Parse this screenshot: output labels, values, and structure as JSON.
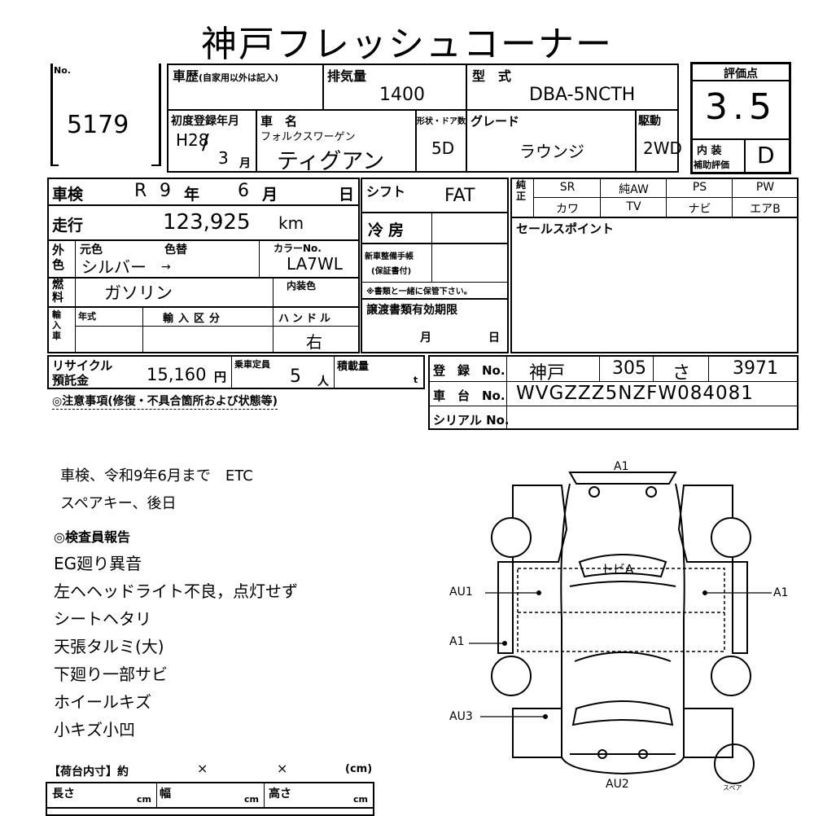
{
  "title": "神戸フレッシュコーナー",
  "lot": {
    "label": "No.",
    "value": "5179"
  },
  "history": {
    "label": "車歴",
    "note": "(自家用以外は記入)"
  },
  "displacement": {
    "label": "排気量",
    "value": "1400"
  },
  "model_code": {
    "label": "型　式",
    "value": "DBA-5NCTH"
  },
  "score": {
    "label": "評価点",
    "value": "3.5"
  },
  "interior": {
    "label_1": "内 装",
    "label_2": "補助評価",
    "value": "D"
  },
  "first_reg": {
    "label": "初度登録年月",
    "year": "H28",
    "month": "3",
    "month_unit": "月"
  },
  "car_name": {
    "label": "車　名",
    "maker": "フォルクスワーゲン",
    "value": "ティグアン"
  },
  "doors": {
    "label": "形状・ドア数",
    "value": "5D"
  },
  "grade": {
    "label": "グレード",
    "value": "ラウンジ"
  },
  "drive": {
    "label": "駆動",
    "value": "2WD"
  },
  "inspection": {
    "label": "車検",
    "era": "R",
    "year": "9",
    "year_unit": "年",
    "month": "6",
    "month_unit": "月",
    "day_unit": "日"
  },
  "mileage": {
    "label": "走行",
    "value": "123,925",
    "unit": "km"
  },
  "shift": {
    "label": "シフト",
    "value": "FAT"
  },
  "aircon": {
    "label": "冷房"
  },
  "color": {
    "side": "外色",
    "orig_label": "元色",
    "change_label": "色替",
    "value": "シルバー",
    "arrow": "→",
    "code_label": "カラーNo.",
    "code": "LA7WL"
  },
  "fuel": {
    "side": "燃料",
    "value": "ガソリン",
    "int_color_label": "内装色"
  },
  "service_book": {
    "label_1": "新車整備手帳",
    "label_2": "(保証書付)",
    "note": "※書類と一緒に保管下さい。"
  },
  "import": {
    "side": "輸入車",
    "year_label": "年式",
    "type_label": "輸入区分",
    "handle_label": "ハンドル",
    "handle": "右"
  },
  "transfer": {
    "label": "譲渡書類有効期限",
    "month_unit": "月",
    "day_unit": "日"
  },
  "equipment": {
    "side": "純正",
    "row1": [
      "SR",
      "純AW",
      "PS",
      "PW"
    ],
    "row2": [
      "カワ",
      "TV",
      "ナビ",
      "エアB"
    ]
  },
  "sales_point": {
    "label": "セールスポイント"
  },
  "recycle": {
    "label_1": "リサイクル",
    "label_2": "預託金",
    "value": "15,160",
    "unit": "円"
  },
  "capacity": {
    "label": "乗車定員",
    "value": "5",
    "unit": "人"
  },
  "load": {
    "label": "積載量",
    "unit": "t"
  },
  "registration": {
    "label": "登　録　No.",
    "place": "神戸",
    "class": "305",
    "kana": "さ",
    "number": "3971"
  },
  "chassis": {
    "label": "車　台　No.",
    "value": "WVGZZZ5NZFW084081"
  },
  "serial": {
    "label": "シリアル No."
  },
  "caution": {
    "label": "◎注意事項(修復・不具合箇所および状態等)"
  },
  "notes": [
    "車検、令和9年6月まで　ETC",
    "スペアキー、後日"
  ],
  "inspector": {
    "label": "◎検査員報告",
    "items": [
      "EG廻り異音",
      "左ヘヘッドライト不良，点灯せず",
      "シートヘタリ",
      "天張タルミ(大)",
      "下廻り一部サビ",
      "ホイールキズ",
      "小キズ小凹"
    ]
  },
  "cargo": {
    "label": "【荷台内寸】約",
    "x1": "×",
    "x2": "×",
    "unit": "(cm)",
    "length": "長さ",
    "width": "幅",
    "height": "高さ",
    "cm": "cm"
  },
  "diagram": {
    "roof": "トビA",
    "front": "A1",
    "rear": "AU2",
    "left_front": "AU1",
    "left_side": "A1",
    "left_rear": "AU3",
    "right_front": "A1",
    "spare": "スペア"
  }
}
